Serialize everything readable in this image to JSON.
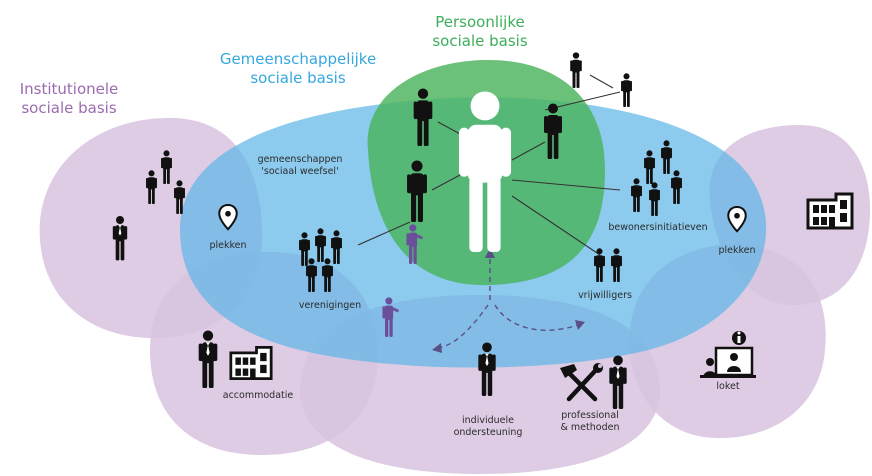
{
  "titles": {
    "personal": [
      "Persoonlijke",
      "sociale basis"
    ],
    "communal": [
      "Gemeenschappelijke",
      "sociale basis"
    ],
    "institutional": [
      "Institutionele",
      "sociale basis"
    ]
  },
  "labels": {
    "communities": [
      "gemeenschappen",
      "'sociaal weefsel'"
    ],
    "places_left": "plekken",
    "places_right": "plekken",
    "resident_initiatives": "bewonersinitiatieven",
    "associations": "verenigingen",
    "volunteers": "vrijwilligers",
    "accommodation": "accommodatie",
    "counter": "loket",
    "individual_support": [
      "individuele",
      "ondersteuning"
    ],
    "professional_methods": [
      "professional",
      "& methoden"
    ]
  },
  "colors": {
    "personal": "#3dae5b",
    "communal": "#35a8e0",
    "institutional": "#9b6bb0",
    "purple_fill": "#d7c3de",
    "blue_fill": "#83c6ea",
    "green_fill": "#5cbd6e",
    "figure_dark": "#111111",
    "figure_purple": "#6b4f9b"
  }
}
